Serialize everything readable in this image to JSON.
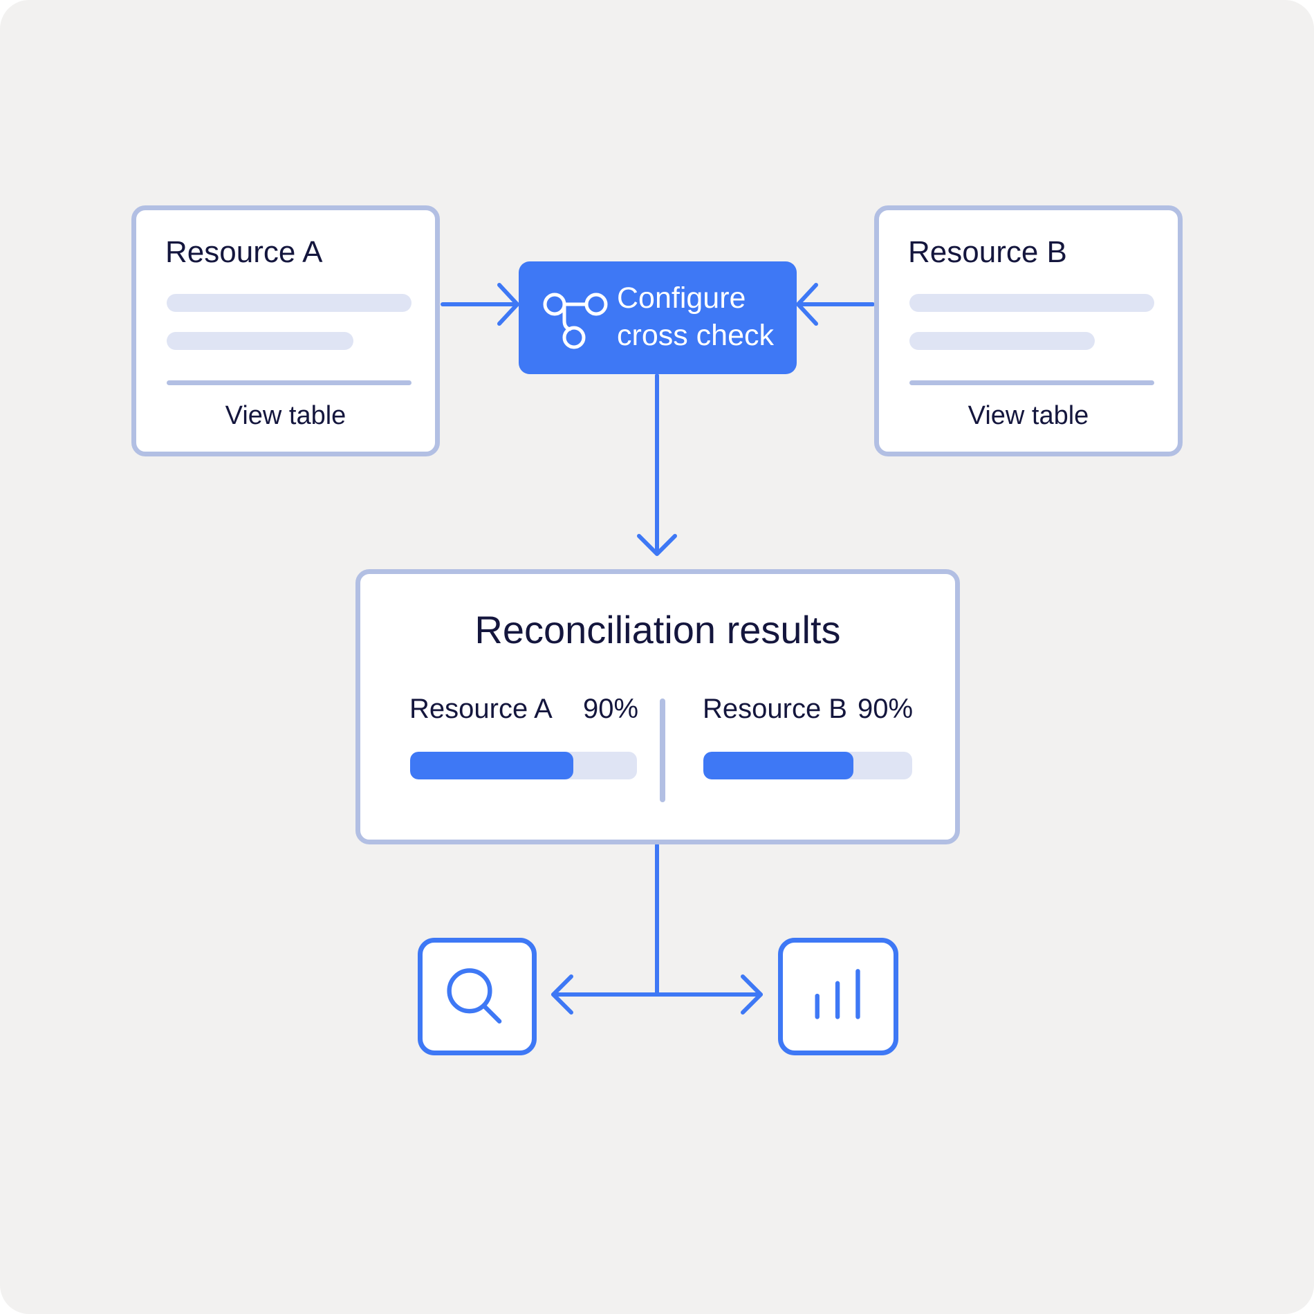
{
  "resource_a": {
    "title": "Resource A",
    "view_label": "View table"
  },
  "resource_b": {
    "title": "Resource B",
    "view_label": "View table"
  },
  "configure": {
    "line1": "Configure",
    "line2": "cross check",
    "icon": "workflow-nodes-icon"
  },
  "results": {
    "title": "Reconciliation results",
    "items": [
      {
        "label": "Resource A",
        "percent_label": "90%",
        "bar_fraction": 0.72
      },
      {
        "label": "Resource B",
        "percent_label": "90%",
        "bar_fraction": 0.72
      }
    ]
  },
  "actions": {
    "left_icon": "magnifier-search-icon",
    "right_icon": "bar-chart-icon"
  },
  "colors": {
    "background": "#f2f1f0",
    "accent": "#3e78f5",
    "card_border": "#b2bfe3",
    "placeholder": "#dfe4f4",
    "text": "#14163d"
  }
}
